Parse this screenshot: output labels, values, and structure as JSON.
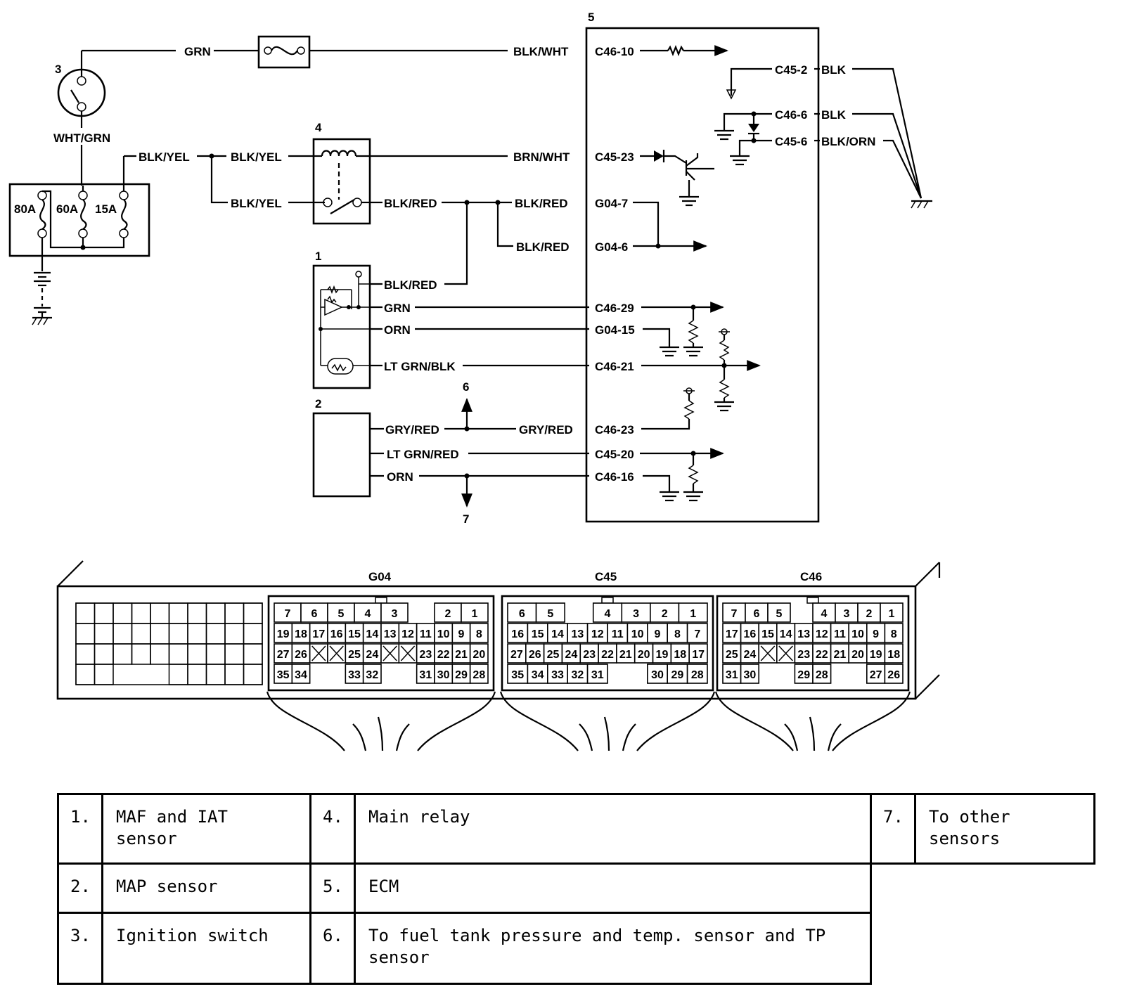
{
  "labels": {
    "fuse_80": "80A",
    "fuse_60": "60A",
    "fuse_15": "15A",
    "num_1": "1",
    "num_2": "2",
    "num_3": "3",
    "num_4": "4",
    "num_5": "5",
    "num_6": "6",
    "num_7": "7",
    "w_grn_top": "GRN",
    "w_blk_wht": "BLK/WHT",
    "w_wht_grn": "WHT/GRN",
    "w_blk_yel_a": "BLK/YEL",
    "w_blk_yel_b": "BLK/YEL",
    "w_blk_yel_c": "BLK/YEL",
    "w_brn_wht": "BRN/WHT",
    "w_blk_red_1": "BLK/RED",
    "w_blk_red_2": "BLK/RED",
    "w_blk_red_3": "BLK/RED",
    "w_blk_red_4": "BLK/RED",
    "w_grn": "GRN",
    "w_orn_1": "ORN",
    "w_lt_grn_blk": "LT GRN/BLK",
    "w_gry_red_1": "GRY/RED",
    "w_gry_red_2": "GRY/RED",
    "w_lt_grn_red": "LT GRN/RED",
    "w_orn_2": "ORN",
    "p_c46_10": "C46-10",
    "p_c45_23": "C45-23",
    "p_g04_7": "G04-7",
    "p_g04_6": "G04-6",
    "p_c46_29": "C46-29",
    "p_g04_15": "G04-15",
    "p_c46_21": "C46-21",
    "p_c46_23": "C46-23",
    "p_c45_20": "C45-20",
    "p_c46_16": "C46-16",
    "p_c45_2": "C45-2",
    "p_c46_6": "C46-6",
    "p_c45_6": "C45-6",
    "g_blk_1": "BLK",
    "g_blk_2": "BLK",
    "g_blk_orn": "BLK/ORN"
  },
  "connectors": [
    {
      "name": "G04",
      "rows": [
        [
          "7",
          "6",
          "5",
          "4",
          "3",
          "",
          "2",
          "1"
        ],
        [
          "19",
          "18",
          "17",
          "16",
          "15",
          "14",
          "13",
          "12",
          "11",
          "10",
          "9",
          "8"
        ],
        [
          "27",
          "26",
          "X",
          "X",
          "25",
          "24",
          "X",
          "X",
          "23",
          "22",
          "21",
          "20"
        ],
        [
          "35",
          "34",
          "",
          "",
          "33",
          "32",
          "",
          "",
          "31",
          "30",
          "29",
          "28"
        ]
      ]
    },
    {
      "name": "C45",
      "rows": [
        [
          "6",
          "5",
          "",
          "4",
          "3",
          "2",
          "1"
        ],
        [
          "16",
          "15",
          "14",
          "13",
          "12",
          "11",
          "10",
          "9",
          "8",
          "7"
        ],
        [
          "27",
          "26",
          "25",
          "24",
          "23",
          "22",
          "21",
          "20",
          "19",
          "18",
          "17"
        ],
        [
          "35",
          "34",
          "33",
          "32",
          "31",
          "",
          "",
          "30",
          "29",
          "28"
        ]
      ]
    },
    {
      "name": "C46",
      "rows": [
        [
          "7",
          "6",
          "5",
          "",
          "4",
          "3",
          "2",
          "1"
        ],
        [
          "17",
          "16",
          "15",
          "14",
          "13",
          "12",
          "11",
          "10",
          "9",
          "8"
        ],
        [
          "25",
          "24",
          "X",
          "X",
          "23",
          "22",
          "21",
          "20",
          "19",
          "18"
        ],
        [
          "31",
          "30",
          "",
          "",
          "29",
          "28",
          "",
          "",
          "27",
          "26"
        ]
      ]
    }
  ],
  "legend": [
    {
      "num": "1.",
      "text": "MAF and IAT sensor"
    },
    {
      "num": "2.",
      "text": "MAP sensor"
    },
    {
      "num": "3.",
      "text": "Ignition switch"
    },
    {
      "num": "4.",
      "text": "Main relay"
    },
    {
      "num": "5.",
      "text": "ECM"
    },
    {
      "num": "6.",
      "text": "To fuel tank pressure and temp. sensor and TP sensor"
    },
    {
      "num": "7.",
      "text": "To other sensors"
    }
  ]
}
